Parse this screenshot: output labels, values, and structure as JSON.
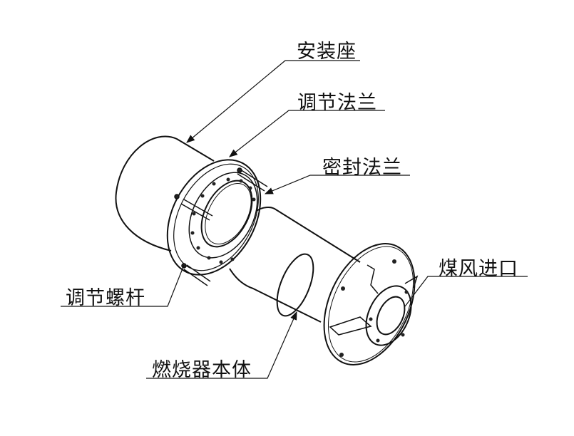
{
  "labels": {
    "mount": "安装座",
    "adjust_flange": "调节法兰",
    "seal_flange": "密封法兰",
    "coal_air_inlet": "煤风进口",
    "adjust_screw": "调节螺杆",
    "burner_body": "燃烧器本体"
  }
}
